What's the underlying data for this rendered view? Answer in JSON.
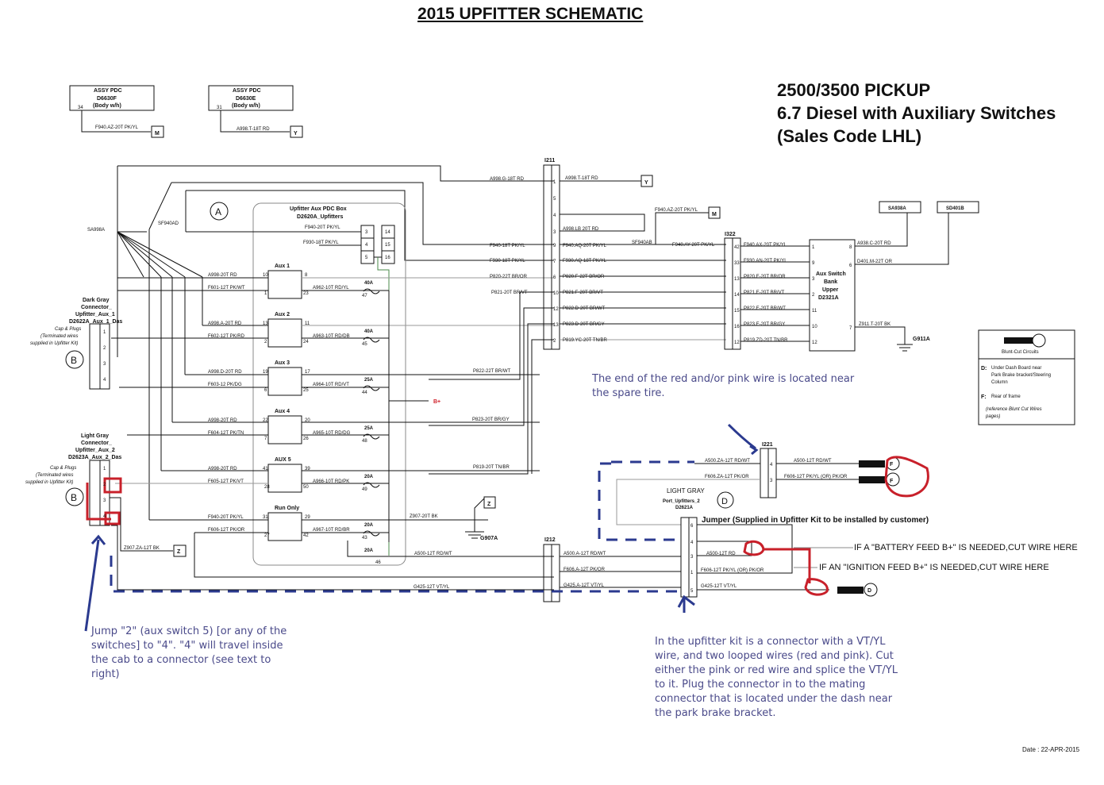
{
  "title": "2015 UPFITTER SCHEMATIC",
  "heading": {
    "line1": "2500/3500 PICKUP",
    "line2": "6.7 Diesel with Auxiliary Switches",
    "line3": "(Sales Code LHL)"
  },
  "date": "Date : 22-APR-2015",
  "pdc_boxes": [
    {
      "title": "ASSY PDC",
      "id": "D6630F",
      "sub": "(Body w/h)",
      "pin": "34",
      "wire": "F940.AZ-20T PK/YL",
      "ref": "M"
    },
    {
      "title": "ASSY PDC",
      "id": "D6630E",
      "sub": "(Body w/h)",
      "pin": "31",
      "wire": "A998.T-18T RD",
      "ref": "Y"
    }
  ],
  "splices": {
    "sa998a": "SA998A",
    "sf940ad": "SF940AD",
    "sf940ab": "SF940AB"
  },
  "circle_refs": {
    "a": "A",
    "b1": "B",
    "b2": "B",
    "d": "D"
  },
  "pdc_box": {
    "title": "Upfitter Aux PDC Box",
    "id": "D2620A_Upfitters",
    "pins_left": [
      "3",
      "4",
      "5"
    ],
    "pins_right": [
      "14",
      "15",
      "16"
    ],
    "wire_f940": "F940-20T PK/YL",
    "wire_f930": "F930-18T PK/YL",
    "relays": [
      {
        "name": "Aux 1",
        "in_pin": "10",
        "out_pin": "8",
        "sw_in": "1",
        "sw_out": "23",
        "coil_wire": "A998-20T RD",
        "ctl_wire": "F601-12T PK/WT",
        "out_wire": "A962-10T RD/YL",
        "fuse": "40A",
        "fuse_pin": "47"
      },
      {
        "name": "Aux 2",
        "in_pin": "13",
        "out_pin": "11",
        "sw_in": "2",
        "sw_out": "24",
        "coil_wire": "A998.A-20T RD",
        "ctl_wire": "F602-12T PK/RD",
        "out_wire": "A963-10T RD/DB",
        "fuse": "40A",
        "fuse_pin": "45"
      },
      {
        "name": "Aux 3",
        "in_pin": "19",
        "out_pin": "17",
        "sw_in": "6",
        "sw_out": "25",
        "coil_wire": "A998.D-20T RD",
        "ctl_wire": "F603-12 PK/DG",
        "out_wire": "A964-10T RD/VT",
        "fuse": "25A",
        "fuse_pin": "44"
      },
      {
        "name": "Aux 4",
        "in_pin": "22",
        "out_pin": "20",
        "sw_in": "7",
        "sw_out": "26",
        "coil_wire": "A998-20T RD",
        "ctl_wire": "F604-12T PK/TN",
        "out_wire": "A965-10T RD/DG",
        "fuse": "25A",
        "fuse_pin": "48"
      },
      {
        "name": "AUX 5",
        "in_pin": "41",
        "out_pin": "39",
        "sw_in": "28",
        "sw_out": "50",
        "coil_wire": "A998-20T RD",
        "ctl_wire": "F605-12T PK/VT",
        "out_wire": "A966-10T RD/PK",
        "fuse": "20A",
        "fuse_pin": "49"
      },
      {
        "name": "Run Only",
        "in_pin": "31",
        "out_pin": "29",
        "sw_in": "27",
        "sw_out": "42",
        "coil_wire": "F940-20T PK/YL",
        "ctl_wire": "F606-12T PK/OR",
        "out_wire": "A967-10T RD/BR",
        "fuse": "20A",
        "fuse_pin": "43"
      }
    ],
    "extra_fuse": {
      "rating": "20A",
      "pin": "46",
      "wire": "A500-12T RD/WT"
    },
    "bplus": "B+"
  },
  "dark_gray_connector": {
    "lines": [
      "Dark Gray",
      "Connector_",
      "Upfitter_Aux_1",
      "D2622A_Aux_1_Das"
    ],
    "note": [
      "Cap & Plugs",
      "(Terminated wires",
      "supplied in Upfitter Kit)"
    ],
    "pins": [
      "1",
      "2",
      "3",
      "4"
    ]
  },
  "light_gray_connector": {
    "lines": [
      "Light Gray",
      "Connector_",
      "Upfitter_Aux_2",
      "D2623A_Aux_2_Das"
    ],
    "note": [
      "Cap & Plugs",
      "(Terminated wires",
      "supplied in Upfitter Kit)"
    ],
    "pins": [
      "1",
      "2",
      "3",
      "4"
    ],
    "z_wire": "Z907.ZA-12T BK",
    "z_ref": "Z"
  },
  "ground_g907": {
    "label": "G907A",
    "wire": "Z907-20T BK",
    "ref": "Z"
  },
  "i211": {
    "label": "I211",
    "pins": [
      "1",
      "5",
      "4",
      "3",
      "9",
      "7",
      "6",
      "10",
      "12",
      "13",
      "2"
    ],
    "left_wires": [
      "A998.G-18T RD",
      "",
      "",
      "",
      "F940-18T PK/YL",
      "F930-18T PK/YL",
      "P820-22T BR/OR",
      "P821-20T BR/VT",
      "",
      "",
      ""
    ],
    "right_wires": [
      "A998.T-18T RD",
      "",
      "",
      "A998.LB 20T RD",
      "F940.AQ-20T PK/YL",
      "F930.AQ-18T PK/YL",
      "P820.F-22T BR/OR",
      "P821.F-20T BR/VT",
      "P822.D-20T BR/WT",
      "P823.D-20T BR/GY",
      "P819.YC-20T TN/BR"
    ],
    "y_ref": "Y"
  },
  "lower_left_wires": [
    "P822-22T BR/WT",
    "P823-20T BR/GY",
    "P819-20T TN/BR"
  ],
  "m_ref": {
    "wire": "F940.AZ-20T PK/YL",
    "ref": "M"
  },
  "i322": {
    "label": "I322",
    "pins": [
      "42",
      "33",
      "13",
      "14",
      "15",
      "16",
      "12"
    ],
    "left_wires": [
      "F940.AY-20T PK/YL"
    ],
    "right_wires": [
      "F940.AX-20T PK/YL",
      "F930.AN-20T PK/YL",
      "P820.E-20T BR/OR",
      "P821.E-20T BR/VT",
      "P822.E-20T BR/WT",
      "P823.E-20T BR/GY",
      "P819.ZD-20T TN/BR"
    ]
  },
  "aux_switch_bank": {
    "lines": [
      "Aux Switch",
      "Bank",
      "Upper",
      "D2321A"
    ],
    "left_pins": [
      "1",
      "9",
      "3",
      "2",
      "11",
      "10",
      "12"
    ],
    "right_pins": [
      "8",
      "6",
      "7"
    ],
    "right_wires": [
      "A938.C-20T RD",
      "D401.M-22T OR",
      "Z911.T-20T BK"
    ]
  },
  "splice_boxes": [
    "SA938A",
    "SD401B"
  ],
  "ground_g911": "G911A",
  "legend": {
    "title": "Blunt-Cut Circuits",
    "d_key": "D:",
    "d_text": [
      "Under Dash Board near",
      "Park Brake bracket/Steering",
      "Column"
    ],
    "f_key": "F:",
    "f_text": "Rear of frame",
    "ref_text": [
      "(reference Blunt Cut Wires",
      "pages)"
    ]
  },
  "i221": {
    "label": "I221",
    "pins": [
      "4",
      "3"
    ],
    "left_wires": [
      "A500.ZA-12T RD/WT",
      "F606.ZA-12T PK/OR"
    ],
    "right_wires": [
      "A500-12T RD/WT",
      "F606-12T PK/YL (OR) PK/OR"
    ],
    "refs": [
      "F",
      "F"
    ]
  },
  "port_connector": {
    "line1": "LIGHT GRAY",
    "line2": "Port_Upfitters_2",
    "line3": "D2621A",
    "pins": [
      "6",
      "4",
      "3",
      "1",
      "5"
    ],
    "jumper": "Jumper (Supplied in Upfitter Kit to be installed by customer)",
    "jumper_wires": [
      "A500-12T RD",
      "F606-12T PK/YL (OR) PK/OR",
      "G425-12T VT/YL"
    ],
    "d_ref": "D"
  },
  "i212": {
    "label": "I212",
    "right_wires": [
      "A500.A-12T RD/WT",
      "F606.A-12T PK/OR",
      "G425.A-12T VT/YL"
    ],
    "left_wire": "G425-12T VT/YL"
  },
  "cut_notes": {
    "battery": "IF A \"BATTERY FEED B+\" IS NEEDED,CUT WIRE HERE",
    "ignition": "IF AN \"IGNITION FEED B+\" IS NEEDED,CUT WIRE HERE"
  },
  "annotations": {
    "spare_tire": "The end of the red and/or pink wire is located near the spare tire.",
    "jump": "Jump \"2\" (aux switch 5) [or any of the switches] to \"4\".  \"4\" will travel inside the cab to a connector (see text to right)",
    "kit": "In the upfitter kit is a connector with a VT/YL wire, and two looped wires (red and pink).  Cut either the pink or red wire and splice the VT/YL to it.  Plug the connector in to the mating connector that is located under the dash near the park brake bracket."
  },
  "colors": {
    "wire": "#111111",
    "wire_gray": "#9a9a9a",
    "markup_blue": "#2b3a8f",
    "markup_red": "#c8202a",
    "note_text": "#4a4a8a",
    "bplus_red": "#d0202a"
  }
}
